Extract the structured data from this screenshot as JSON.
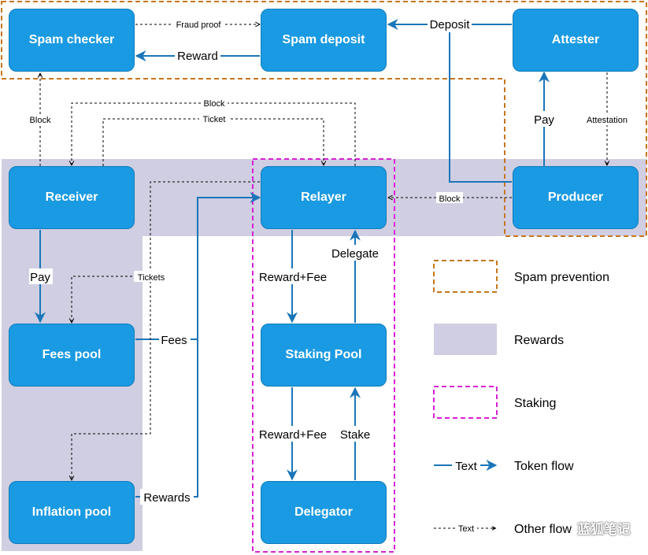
{
  "nodes": {
    "spam_checker": "Spam checker",
    "spam_deposit": "Spam deposit",
    "attester": "Attester",
    "receiver": "Receiver",
    "relayer": "Relayer",
    "producer": "Producer",
    "fees_pool": "Fees pool",
    "staking_pool": "Staking Pool",
    "inflation_pool": "Inflation pool",
    "delegator": "Delegator"
  },
  "edges": {
    "fraud_proof": "Fraud proof",
    "deposit": "Deposit",
    "reward": "Reward",
    "block_checker": "Block",
    "block_top": "Block",
    "ticket": "Ticket",
    "pay_attester": "Pay",
    "attestation": "Attestation",
    "block_producer": "Block",
    "pay_receiver": "Pay",
    "tickets": "Tickets",
    "fees": "Fees",
    "reward_fee_1": "Reward+Fee",
    "delegate": "Delegate",
    "reward_fee_2": "Reward+Fee",
    "stake": "Stake",
    "rewards": "Rewards"
  },
  "legend": {
    "spam_prevention": "Spam prevention",
    "rewards": "Rewards",
    "staking": "Staking",
    "token_flow": "Token flow",
    "token_flow_text": "Text",
    "other_text": "Text",
    "other": "Other flow"
  },
  "watermark": "蓝狐笔记",
  "colors": {
    "node_fill": "#1a9ae2",
    "token_flow": "#1a76b9",
    "spam_prevention": "#c7761c",
    "rewards": "#d0cee2",
    "staking": "#d81fd8"
  }
}
